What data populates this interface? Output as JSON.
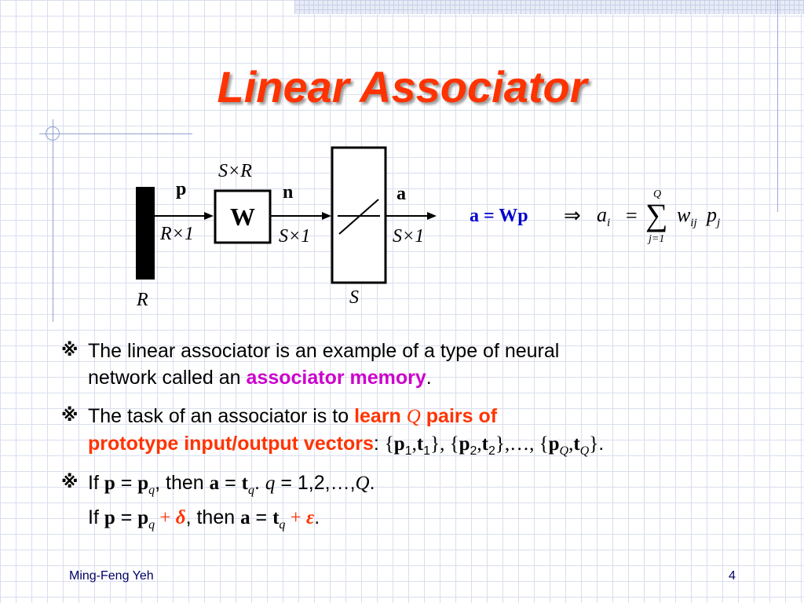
{
  "slide": {
    "title": "Linear Associator",
    "footer": {
      "author": "Ming-Feng Yeh",
      "page_number": "4"
    }
  },
  "diagram": {
    "input_label": "p",
    "input_dim": "R×1",
    "input_size": "R",
    "weight_dim": "S×R",
    "weight_label": "W",
    "net_label": "n",
    "net_dim": "S×1",
    "output_label": "a",
    "output_dim": "S×1",
    "layer_size": "S"
  },
  "formula": {
    "lhs": "a = Wp",
    "implies": "⇒",
    "a_var": "a",
    "a_sub": "i",
    "equals": "=",
    "sum_symbol": "∑",
    "sum_upper": "Q",
    "sum_lower": "j=1",
    "w_var": "w",
    "w_sub": "ij",
    "p_var": "p",
    "p_sub": "j"
  },
  "bullets": {
    "marker": "※",
    "b1": {
      "line1": "The linear associator is an example of a type of neural",
      "line2_pre": "network called an ",
      "highlight": "associator memory",
      "line2_post": "."
    },
    "b2": {
      "pre": "The task of an associator is to ",
      "learn": "learn ",
      "Q": "Q",
      "pairs": " pairs of",
      "line2_highlight": "prototype input/output vectors",
      "colon": ": ",
      "set1_open": "{",
      "set1_p": "p",
      "set1_sub1": "1",
      "set1_comma": ",",
      "set1_t": "t",
      "set1_sub2": "1",
      "set1_close": "}",
      "sep1": ", ",
      "set2_open": "{",
      "set2_p": "p",
      "set2_sub1": "2",
      "set2_comma": ",",
      "set2_t": "t",
      "set2_sub2": "2",
      "set2_close": "}",
      "ellipsis": ",…, ",
      "setQ_open": "{",
      "setQ_p": "p",
      "setQ_sub1": "Q",
      "setQ_comma": ",",
      "setQ_t": "t",
      "setQ_sub2": "Q",
      "setQ_close": "}",
      "end": "."
    },
    "b3": {
      "if1": "If ",
      "p_bold": "p",
      "eq": " = ",
      "pq_bold": "p",
      "q_sub": "q",
      "then1": ", then ",
      "a_bold": "a",
      "eq2": " = ",
      "t_bold": "t",
      "q_sub2": "q",
      "dot": ". ",
      "q_var": "q",
      "range": " = 1,2,…,",
      "Q_var": "Q",
      "end1": ".",
      "if2": "If ",
      "p2_bold": "p",
      "eq3": " = ",
      "pq2_bold": "p",
      "q_sub3": "q",
      "plus": " + ",
      "delta": "δ",
      "then2": ", then ",
      "a2_bold": "a",
      "eq4": " = ",
      "t2_bold": "t",
      "q_sub4": "q",
      "plus2": " + ",
      "epsilon": "ε",
      "end2": "."
    }
  }
}
